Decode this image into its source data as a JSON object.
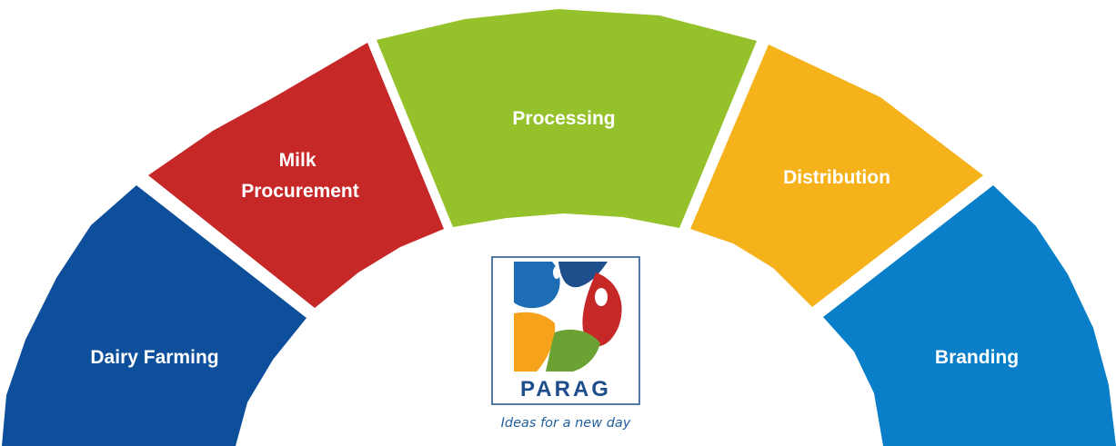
{
  "diagram": {
    "segments": [
      {
        "id": "dairy-farming",
        "lines": [
          "Dairy Farming"
        ],
        "color": "#0d4f9a"
      },
      {
        "id": "milk-procurement",
        "lines": [
          "Milk",
          "Procurement"
        ],
        "color": "#c62828"
      },
      {
        "id": "processing",
        "lines": [
          "Processing"
        ],
        "color": "#95c12b"
      },
      {
        "id": "distribution",
        "lines": [
          "Distribution"
        ],
        "color": "#f6b21b"
      },
      {
        "id": "branding",
        "lines": [
          "Branding"
        ],
        "color": "#0a7fc9"
      }
    ]
  },
  "logo": {
    "brand": "PARAG",
    "tagline": "Ideas for a new day",
    "colors": {
      "frame": "#1f4e8c",
      "blue": "#1d6db5",
      "red": "#c62828",
      "orange": "#f6a21b",
      "green": "#6aa233",
      "text": "#1f4e8c"
    }
  }
}
